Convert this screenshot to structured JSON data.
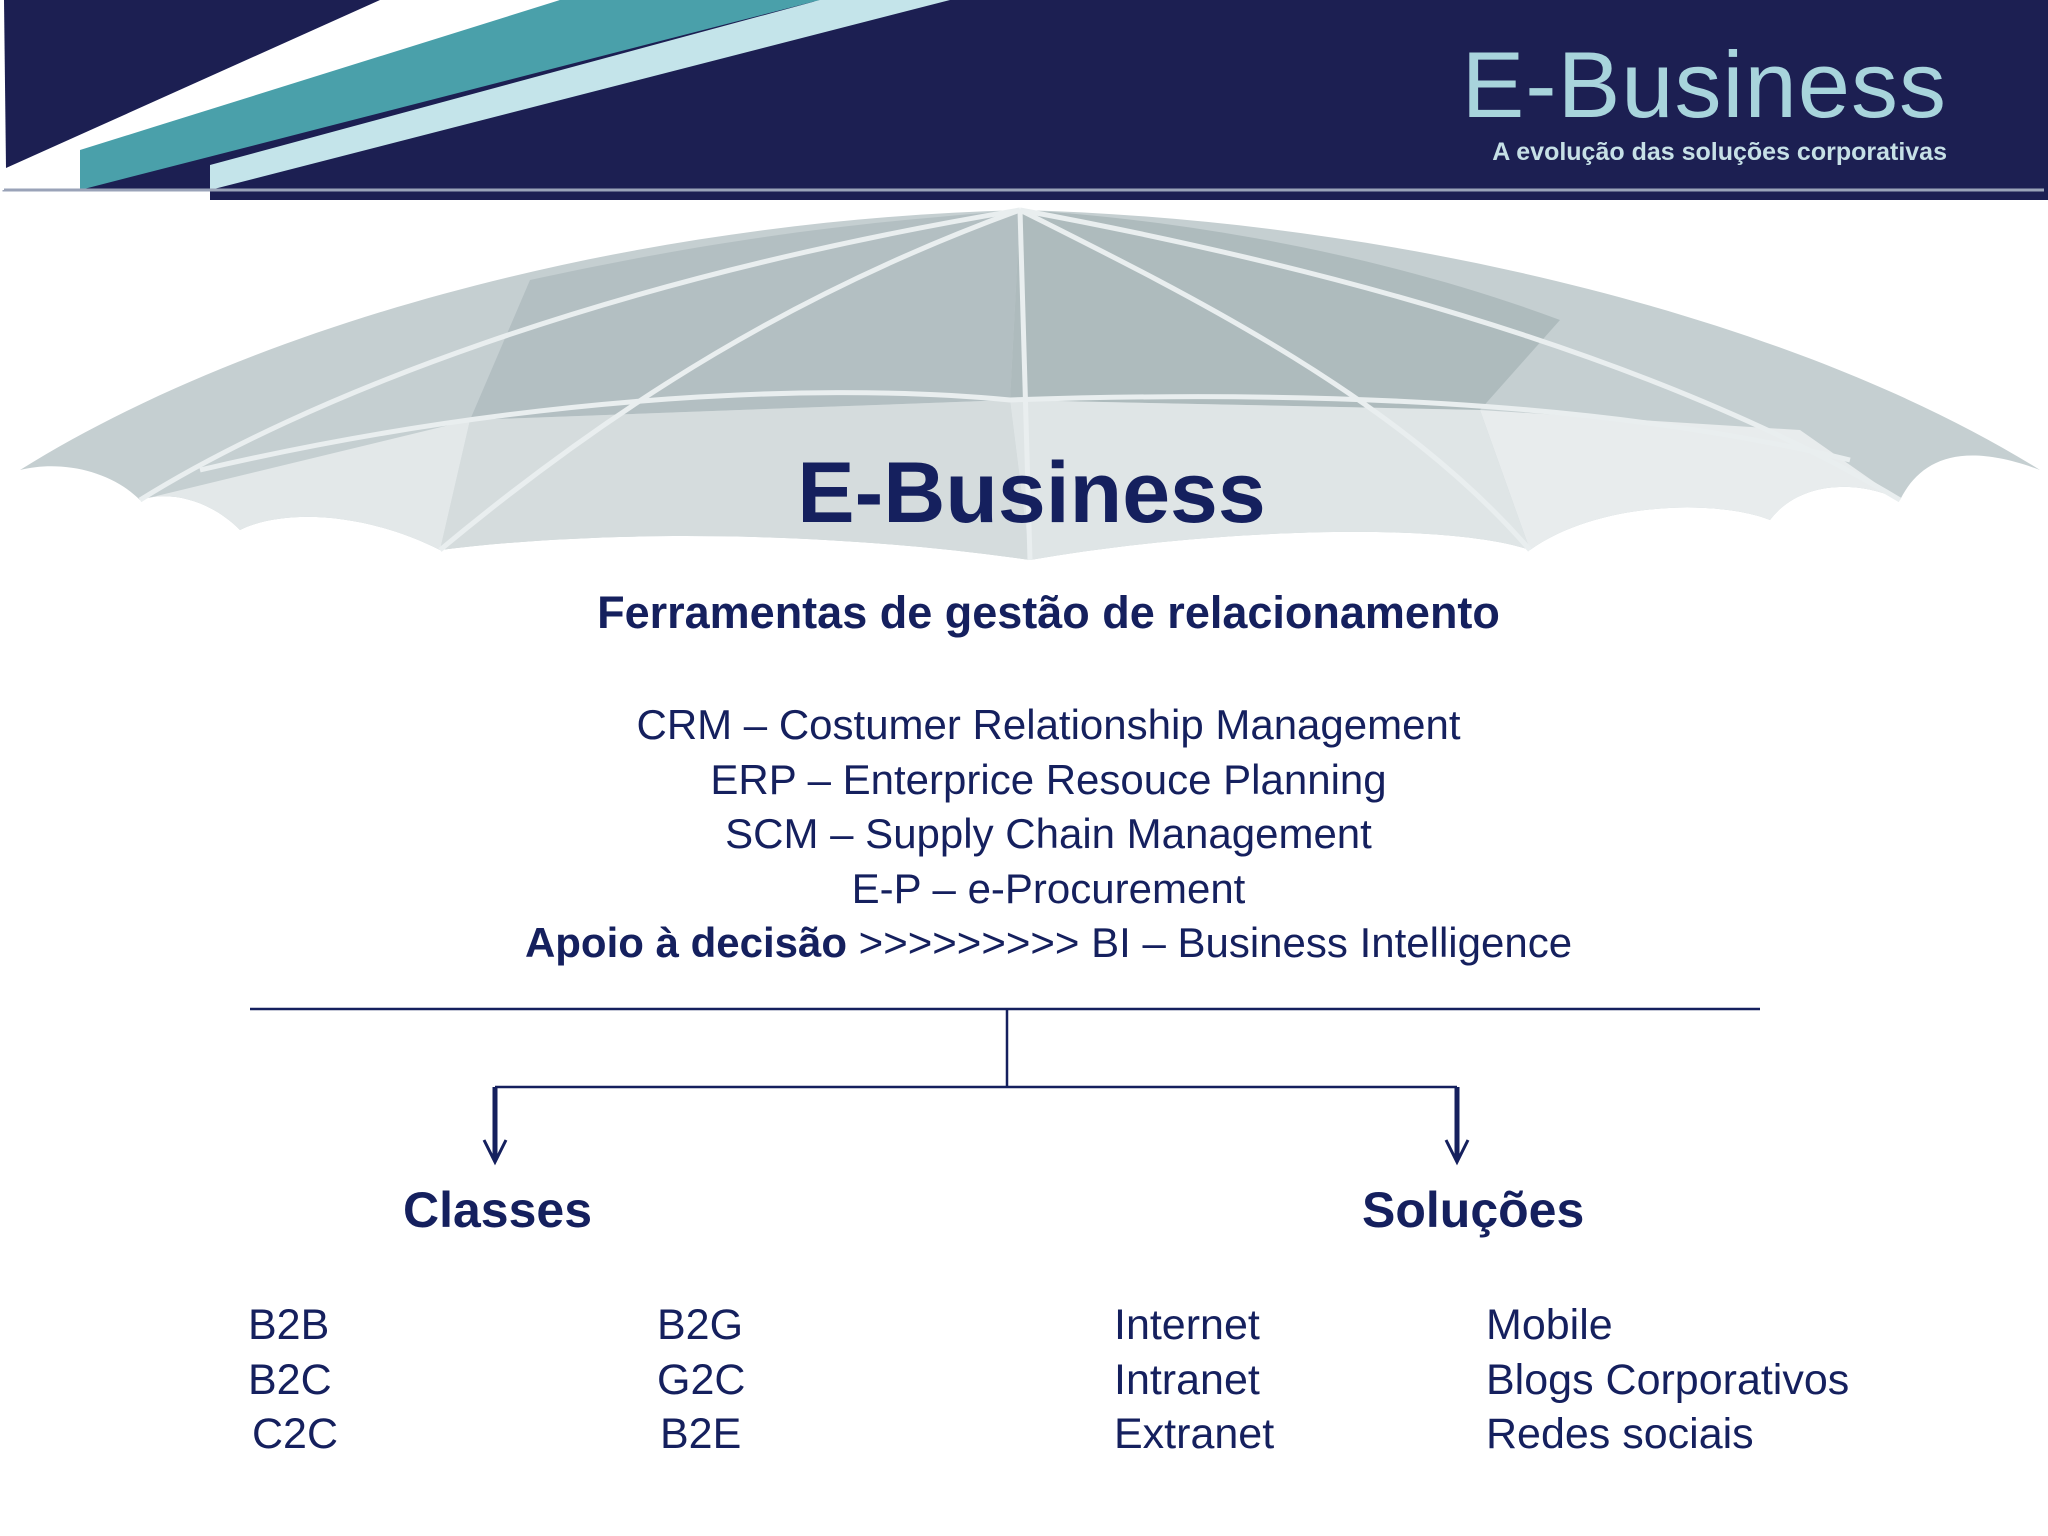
{
  "header": {
    "title": "E-Business",
    "subtitle": "A evolução das soluções corporativas",
    "colors": {
      "navy": "#1c1f52",
      "teal": "#4aa0aa",
      "light_teal": "#c4e4ea",
      "title_text": "#a8d4dc"
    }
  },
  "background_image": {
    "icon": "umbrella-canopy"
  },
  "main": {
    "title": "E-Business",
    "subtitle": "Ferramentas de gestão de relacionamento",
    "tools": [
      "CRM – Costumer Relationship Management",
      "ERP – Enterprice Resouce Planning",
      "SCM – Supply Chain Management",
      "E-P – e-Procurement"
    ],
    "decision": {
      "label": "Apoio à decisão",
      "text": " >>>>>>>>> BI – Business Intelligence"
    }
  },
  "classes": {
    "title": "Classes",
    "col1": [
      "B2B",
      "B2C",
      "C2C"
    ],
    "col2": [
      "B2G",
      "G2C",
      "B2E"
    ]
  },
  "solucoes": {
    "title": "Soluções",
    "col1": [
      "Internet",
      "Intranet",
      "Extranet"
    ],
    "col2": [
      "Mobile",
      "Blogs Corporativos",
      "Redes sociais"
    ]
  },
  "text_color": "#15205e"
}
